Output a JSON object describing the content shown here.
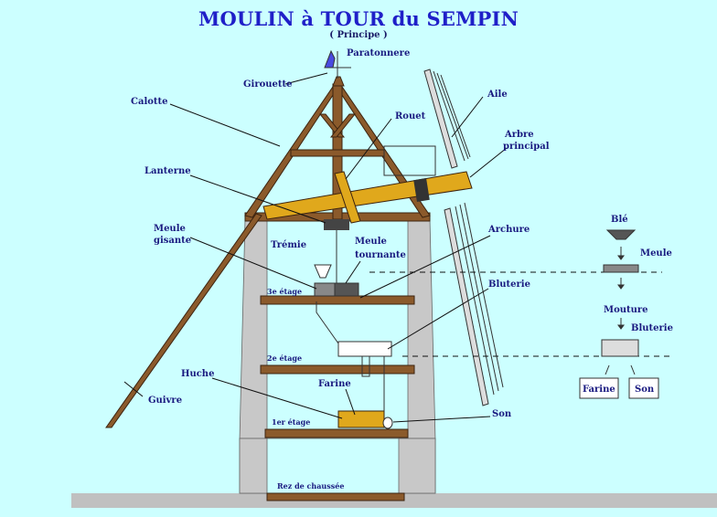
{
  "header": {
    "title": "MOULIN à TOUR du SEMPIN",
    "subtitle": "( Principe )"
  },
  "labels": {
    "paratonnere": "Paratonnere",
    "girouette": "Girouette",
    "calotte": "Calotte",
    "aile": "Aile",
    "rouet": "Rouet",
    "arbre_line1": "Arbre",
    "arbre_line2": "principal",
    "lanterne": "Lanterne",
    "meule_gisante_line1": "Meule",
    "meule_gisante_line2": "gisante",
    "tremie": "Trémie",
    "meule_tournante_line1": "Meule",
    "meule_tournante_line2": "tournante",
    "archure": "Archure",
    "bluterie": "Bluterie",
    "huche": "Huche",
    "farine": "Farine",
    "son": "Son",
    "guivre": "Guivre"
  },
  "floors": {
    "etage3": "3e étage",
    "etage2": "2e étage",
    "etage1": "1er étage",
    "rez": "Rez de chaussée"
  },
  "process": {
    "ble": "Blé",
    "meule": "Meule",
    "mouture": "Mouture",
    "bluterie": "Bluterie",
    "farine": "Farine",
    "son": "Son"
  },
  "colors": {
    "background": "#ccffff",
    "title": "#1f1fc8",
    "label": "#1a1a80",
    "wood": "#8b5a2b",
    "arbre": "#e0a81c",
    "masonry": "#c8c8c8"
  }
}
